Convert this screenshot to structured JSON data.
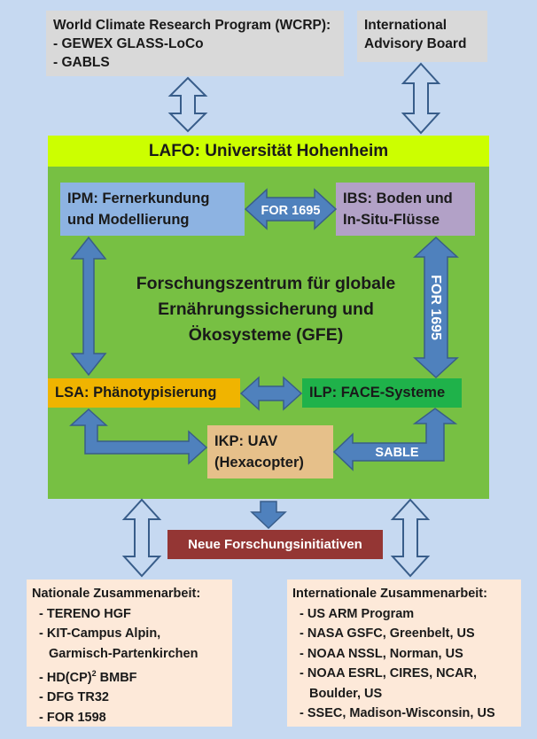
{
  "wcrp": {
    "title": "World Climate Research Program (WCRP):",
    "items": [
      "- GEWEX GLASS-LoCo",
      "- GABLS"
    ]
  },
  "iab": {
    "line1": "International",
    "line2": "Advisory Board"
  },
  "lafo": {
    "title": "LAFO: Universität Hohenheim"
  },
  "ipm": {
    "line1": "IPM: Fernerkundung",
    "line2": "und Modellierung"
  },
  "ibs": {
    "line1": "IBS: Boden und",
    "line2": "In-Situ-Flüsse"
  },
  "for_horizontal": "FOR 1695",
  "for_vertical": "FOR 1695",
  "center": {
    "line1": "Forschungszentrum für globale",
    "line2": "Ernährungssicherung und",
    "line3": "Ökosysteme (GFE)"
  },
  "lsa": {
    "label": "LSA: Phänotypisierung"
  },
  "ilp": {
    "label": "ILP: FACE-Systeme"
  },
  "ikp": {
    "line1": "IKP: UAV",
    "line2": "(Hexacopter)"
  },
  "sable": "SABLE",
  "neue": {
    "label": "Neue Forschungsinitiativen"
  },
  "national": {
    "title": "Nationale Zusammenarbeit:",
    "items": [
      "- TERENO HGF",
      "- KIT-Campus Alpin,",
      "Garmisch-Partenkirchen",
      "- HD(CP)",
      "- DFG TR32",
      "- FOR 1598"
    ],
    "hdcp_sup": "2",
    "hdcp_rest": " BMBF"
  },
  "international": {
    "title": "Internationale Zusammenarbeit:",
    "items": [
      "- US ARM Program",
      "- NASA GSFC, Greenbelt, US",
      "- NOAA NSSL, Norman, US",
      "- NOAA ESRL, CIRES, NCAR,",
      "Boulder, US",
      "- SSEC, Madison-Wisconsin, US"
    ]
  },
  "colors": {
    "background": "#c6d9f1",
    "gray_box": "#d9d9d9",
    "lafo_green": "#ccff00",
    "main_green": "#77c043",
    "ipm_blue": "#8db3e2",
    "ibs_purple": "#b2a1c7",
    "lsa_orange": "#f0b400",
    "ilp_green": "#1fb24a",
    "ikp_tan": "#e6c08a",
    "neue_red": "#943634",
    "collab_peach": "#fde9d9",
    "arrow_blue": "#4f81bd",
    "arrow_outline": "#385d8a"
  }
}
